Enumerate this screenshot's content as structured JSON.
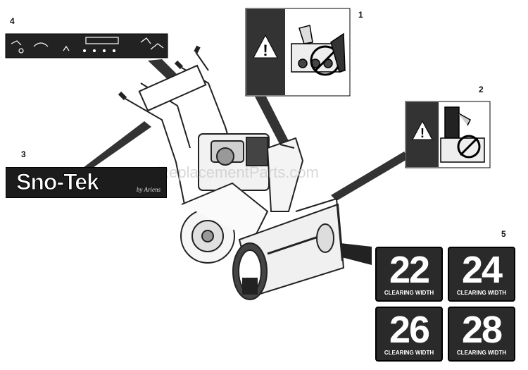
{
  "callouts": {
    "one": "1",
    "two": "2",
    "three": "3",
    "four": "4",
    "five": "5"
  },
  "brand_decal": {
    "name": "Sno-Tek",
    "sub": "by Ariens"
  },
  "watermark": "eReplacementParts.com",
  "clearing_width_decals": [
    {
      "number": "22",
      "label": "CLEARING WIDTH"
    },
    {
      "number": "24",
      "label": "CLEARING WIDTH"
    },
    {
      "number": "26",
      "label": "CLEARING WIDTH"
    },
    {
      "number": "28",
      "label": "CLEARING WIDTH"
    }
  ],
  "icons": [
    "warning-triangle-icon",
    "no-hands-in-chute-icon",
    "no-hands-in-auger-icon",
    "control-panel-symbols-icon"
  ]
}
